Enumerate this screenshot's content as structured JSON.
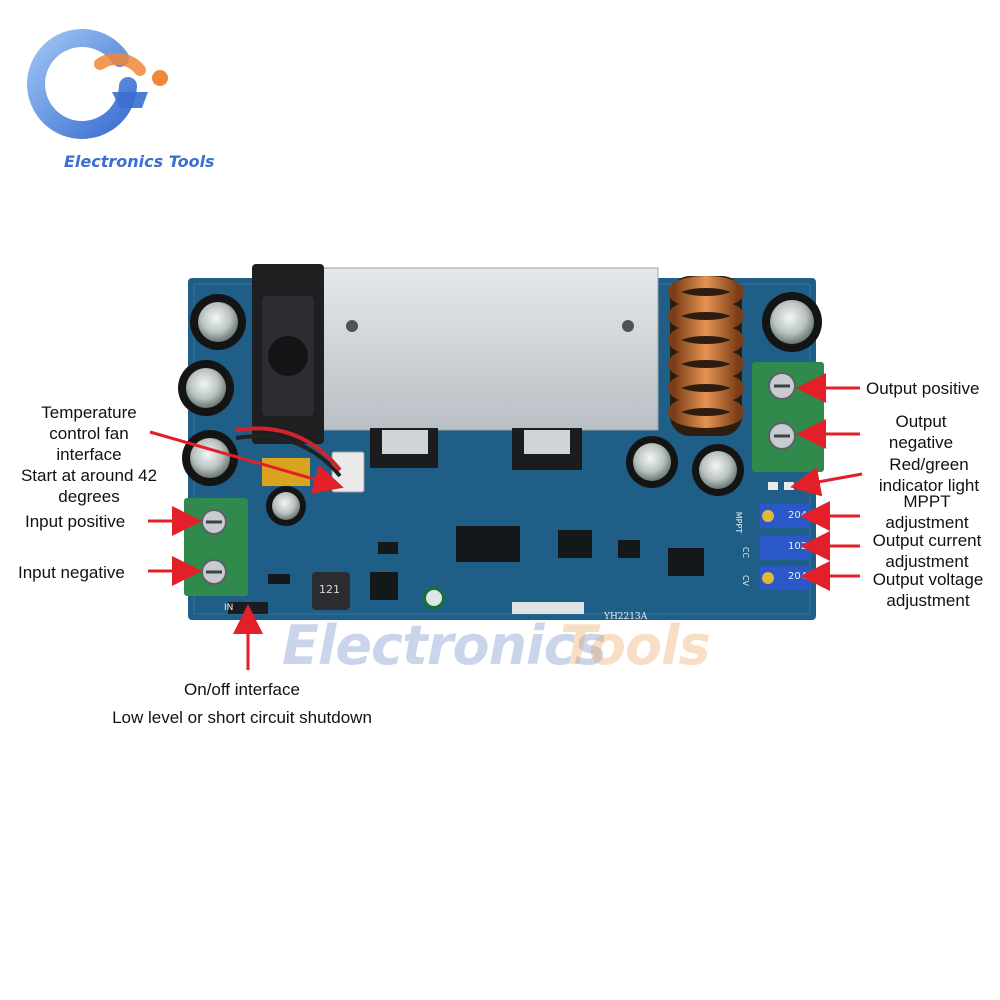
{
  "logo": {
    "brand_text": "Electronics Tools"
  },
  "watermark": {
    "text_left": "Electronics",
    "text_right": "Tools"
  },
  "board": {
    "model_marking": "YH2213A",
    "pot_marks": [
      "204",
      "102",
      "204"
    ],
    "side_marks": [
      "MPPT",
      "CC",
      "CV"
    ],
    "in_mark": "IN",
    "inductor_mark": "121"
  },
  "callouts": {
    "temp_fan": {
      "line1": "Temperature",
      "line2": "control fan",
      "line3": "interface",
      "line4": "Start at around 42",
      "line5": "degrees"
    },
    "input_positive": "Input positive",
    "input_negative": "Input negative",
    "onoff": {
      "line1": "On/off interface",
      "line2": "Low level or short circuit shutdown"
    },
    "output_positive": "Output positive",
    "output_negative": {
      "line1": "Output",
      "line2": "negative"
    },
    "indicator": {
      "line1": "Red/green",
      "line2": "indicator light"
    },
    "mppt": {
      "line1": "MPPT",
      "line2": "adjustment"
    },
    "output_current": {
      "line1": "Output current",
      "line2": "adjustment"
    },
    "output_voltage": {
      "line1": "Output voltage",
      "line2": "adjustment"
    }
  },
  "colors": {
    "pcb": "#1f5e86",
    "arrow": "#e3202a",
    "terminal": "#2f8a4c",
    "logo_blue": "#3b6fd1",
    "logo_orange": "#f0873a"
  }
}
